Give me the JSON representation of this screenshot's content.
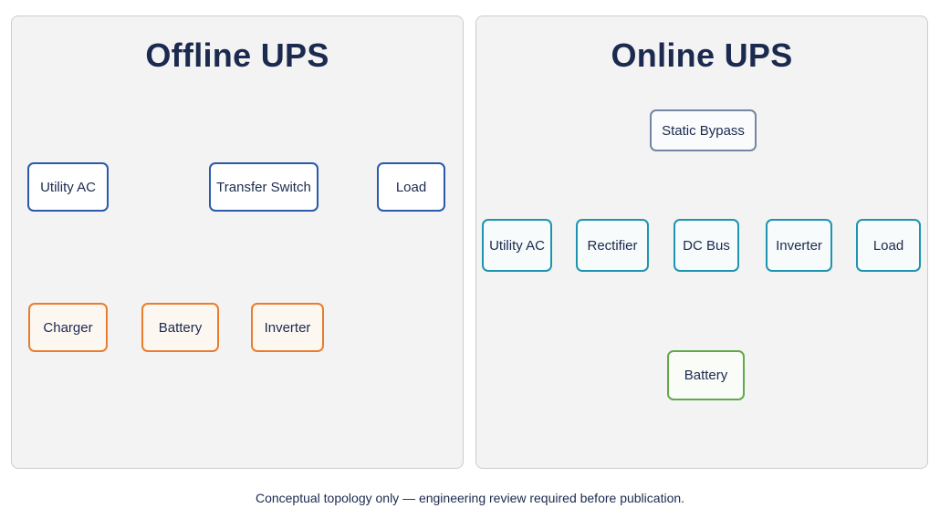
{
  "colors": {
    "primary_blue": "#2a5aa8",
    "orange": "#ea7d2c",
    "teal": "#1e95b0",
    "gray": "#7486a3",
    "green": "#62a94b",
    "title": "#1b2a4e"
  },
  "offline": {
    "title": "Offline UPS",
    "nodes": {
      "utility_ac": "Utility AC",
      "transfer_switch": "Transfer Switch",
      "load": "Load",
      "charger": "Charger",
      "battery": "Battery",
      "inverter": "Inverter"
    }
  },
  "online": {
    "title": "Online UPS",
    "nodes": {
      "static_bypass": "Static Bypass",
      "utility_ac": "Utility AC",
      "rectifier": "Rectifier",
      "dc_bus": "DC Bus",
      "inverter": "Inverter",
      "load": "Load",
      "battery": "Battery"
    }
  },
  "caption": "Conceptual topology only — engineering review required before publication."
}
